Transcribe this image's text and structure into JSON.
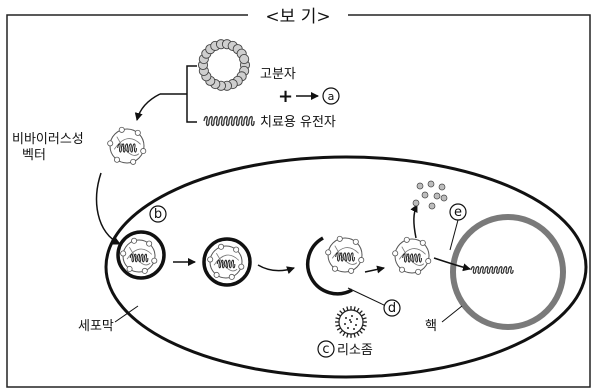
{
  "box_title": "<보 기>",
  "labels": {
    "polymer": "고분자",
    "plus": "+",
    "product_a": "ⓐ",
    "therapeutic_gene": "치료용 유전자",
    "vector_line1": "비바이러스성",
    "vector_line2": "벡터",
    "cell_membrane": "세포막",
    "nucleus": "핵",
    "lysosome": "리소좀",
    "mark_b": "b",
    "mark_c": "c",
    "mark_d": "d",
    "mark_e": "e"
  }
}
